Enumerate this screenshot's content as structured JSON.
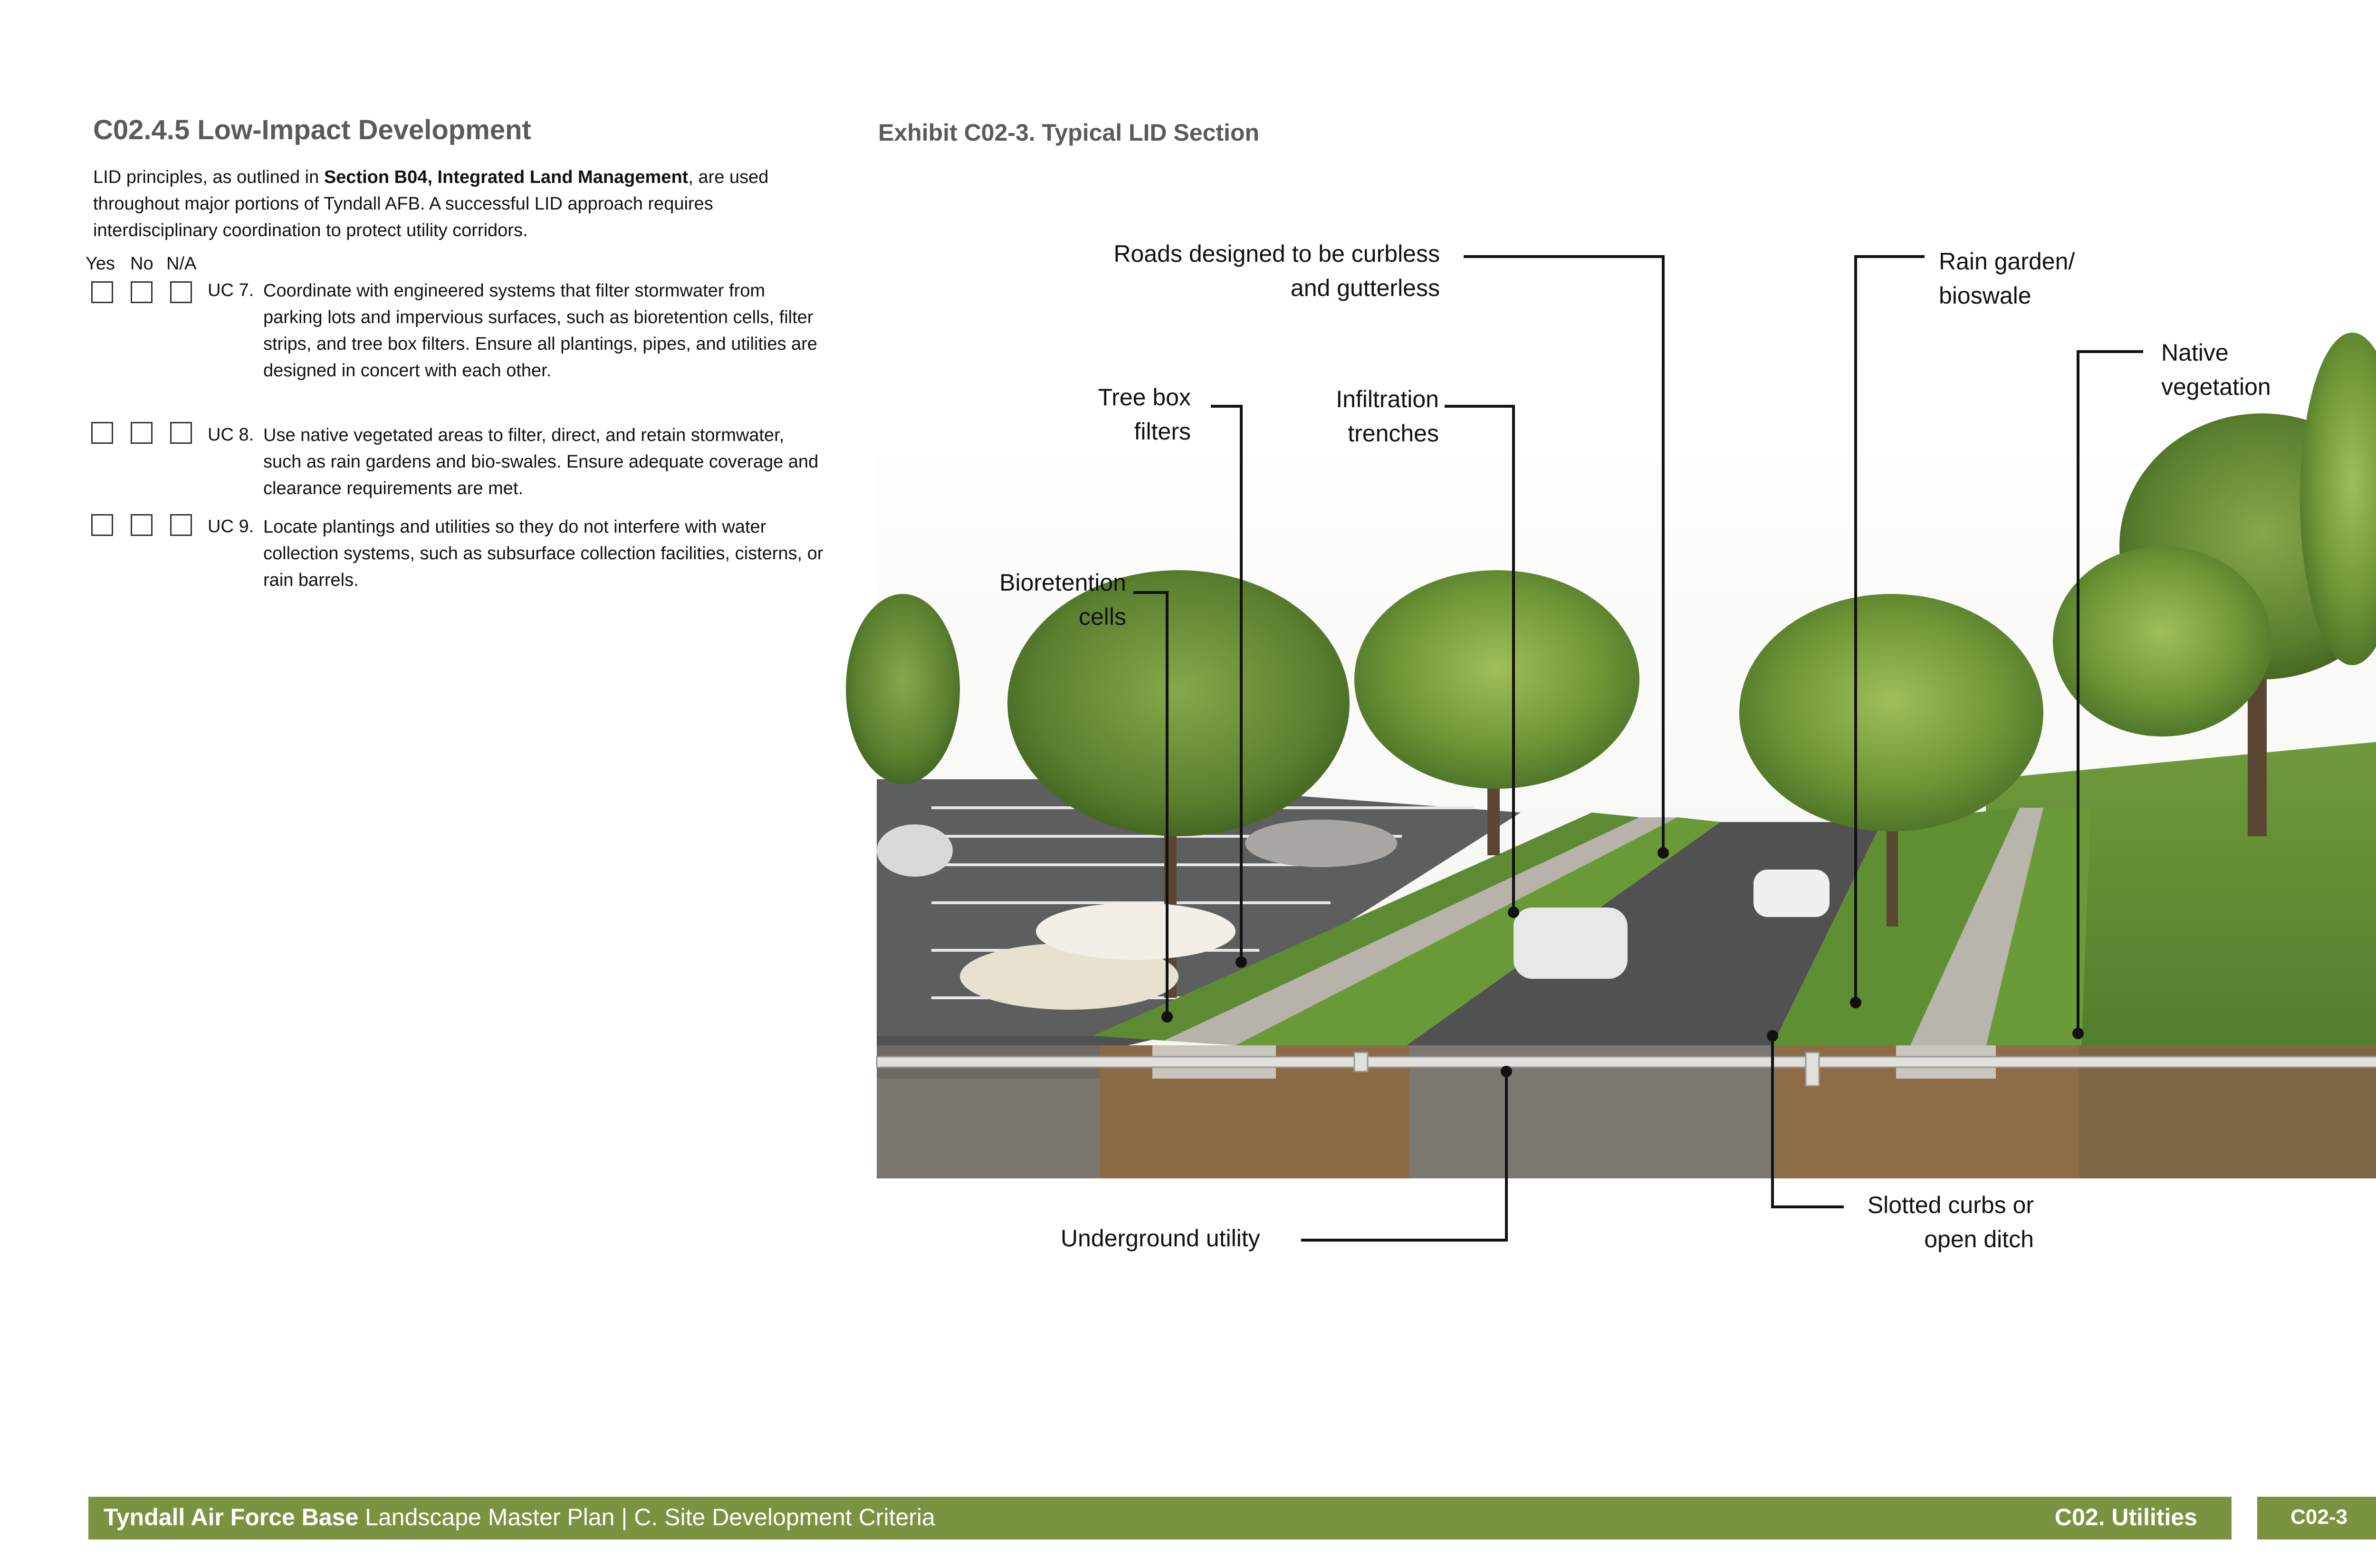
{
  "section": {
    "title": "C02.4.5 Low-Impact Development",
    "intro_prefix": "LID principles, as outlined in ",
    "intro_ref": "Section B04, Integrated Land Management",
    "intro_suffix": ", are used throughout major portions of Tyndall AFB. A successful LID approach requires interdisciplinary coordination to protect utility corridors."
  },
  "checklist": {
    "headers": {
      "yes": "Yes",
      "no": "No",
      "na": "N/A"
    },
    "items": [
      {
        "id": "UC 7.",
        "text": "Coordinate with engineered systems that filter stormwater from parking lots and impervious surfaces, such as bioretention cells, filter strips, and tree box filters.  Ensure all plantings, pipes, and utilities are designed in concert with each other."
      },
      {
        "id": "UC 8.",
        "text": "Use native vegetated areas to filter, direct, and retain stormwater, such as rain gardens and bio-swales. Ensure adequate coverage and clearance requirements are met."
      },
      {
        "id": "UC 9.",
        "text": "Locate plantings and utilities so they do not interfere with water collection systems, such as subsurface collection facilities, cisterns, or rain barrels."
      }
    ]
  },
  "exhibit": {
    "title": "Exhibit C02-3. Typical LID Section",
    "labels": {
      "roads_1": "Roads designed to be curbless",
      "roads_2": "and gutterless",
      "rain_1": "Rain garden/",
      "rain_2": "bioswale",
      "native_1": "Native",
      "native_2": "vegetation",
      "treebox_1": "Tree box",
      "treebox_2": "filters",
      "infil_1": "Infiltration",
      "infil_2": "trenches",
      "bio_1": "Bioretention",
      "bio_2": "cells",
      "underground": "Underground utility",
      "slotted_1": "Slotted curbs or",
      "slotted_2": "open ditch"
    }
  },
  "footer": {
    "org": "Tyndall Air Force Base",
    "doc": " Landscape Master Plan | C. Site Development Criteria",
    "chapter": "C02. Utilities",
    "page": "C02-3"
  }
}
